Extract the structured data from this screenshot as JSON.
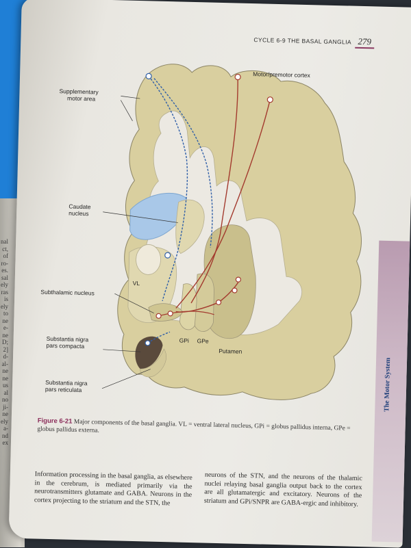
{
  "left_page": {
    "edge_lines": [
      "nal",
      "ct,",
      "of",
      "ro-",
      "es.",
      "sal",
      "ely",
      "ras",
      "is",
      "ely",
      "to",
      "ne",
      "e-",
      "ne",
      "D;",
      "2]",
      "d-",
      "al-",
      "ne",
      "ne",
      "us",
      "al",
      "no",
      "ji-",
      "ne",
      "ely",
      "a-",
      "nd",
      "ex"
    ]
  },
  "header": {
    "running_head": "CYCLE 6-9  THE BASAL GANGLIA",
    "page_number": "279"
  },
  "side_tab": {
    "title": "The Motor System"
  },
  "figure": {
    "labels": {
      "sma": "Supplementary\n     motor area",
      "motor": "Motor/premotor cortex",
      "caudate": "Caudate\nnucleus",
      "vl": "VL",
      "stn": "Subthalamic nucleus",
      "gpi": "GPi",
      "gpe": "GPe",
      "putamen": "Putamen",
      "snc": "Substantia nigra\npars compacta",
      "snr": "Substantia nigra\npars reticulata"
    },
    "colors": {
      "cortex": "#d9cf9f",
      "cortex_stroke": "#8b8465",
      "caudate": "#a9c8e8",
      "gp": "#c9bf8c",
      "excitatory": "#a33a2e",
      "inhibitory": "#2f5fa8",
      "sn": "#5a4a3c"
    }
  },
  "caption": {
    "fig_num": "Figure 6-21",
    "text": " Major components of the basal ganglia. VL = ventral lateral nucleus, GPi = globus pallidus interna, GPe = globus pallidus externa."
  },
  "body": {
    "col1": "Information processing in the basal ganglia, as elsewhere in the cerebrum, is mediated primarily via the neurotransmitters glutamate and GABA. Neurons in the cortex projecting to the striatum and the STN, the",
    "col2": "neurons of the STN, and the neurons of the thalamic nuclei relaying basal ganglia output back to the cortex are all glutamatergic and excitatory. Neurons of the striatum and GPi/SNPR are GABA-ergic and inhibitory."
  }
}
